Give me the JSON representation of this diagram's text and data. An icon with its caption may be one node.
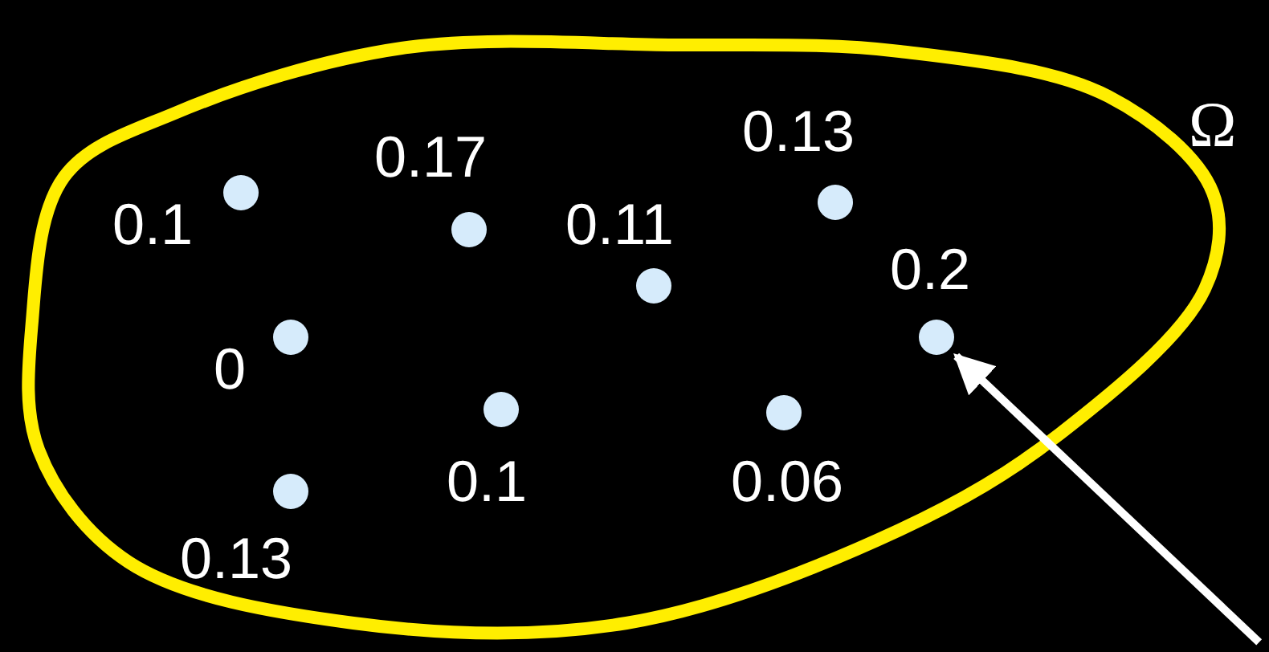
{
  "diagram": {
    "nodes": [
      {
        "text": [],
        "shape": "blob",
        "beside": [
          "Ω"
        ]
      },
      {
        "text": [],
        "shape": "circle",
        "in": 0,
        "beside": [
          "0.1"
        ]
      },
      {
        "text": [],
        "shape": "circle",
        "in": 0,
        "beside": [
          "0.17"
        ]
      },
      {
        "text": [],
        "shape": "circle",
        "in": 0,
        "beside": [
          "0.11"
        ]
      },
      {
        "text": [],
        "shape": "circle",
        "in": 0,
        "beside": [
          "0.13"
        ]
      },
      {
        "text": [],
        "shape": "circle",
        "in": 0,
        "beside": [
          "0.2"
        ]
      },
      {
        "text": [],
        "shape": "circle",
        "in": 0,
        "beside": [
          "0"
        ]
      },
      {
        "text": [],
        "shape": "circle",
        "in": 0,
        "beside": [
          "0.1"
        ]
      },
      {
        "text": [],
        "shape": "circle",
        "in": 0,
        "beside": [
          "0.06"
        ]
      },
      {
        "text": [],
        "shape": "circle",
        "in": 0,
        "beside": [
          "0.13"
        ]
      }
    ],
    "edges": [
      {
        "from": null,
        "to": 5,
        "arrow": "to"
      }
    ]
  }
}
